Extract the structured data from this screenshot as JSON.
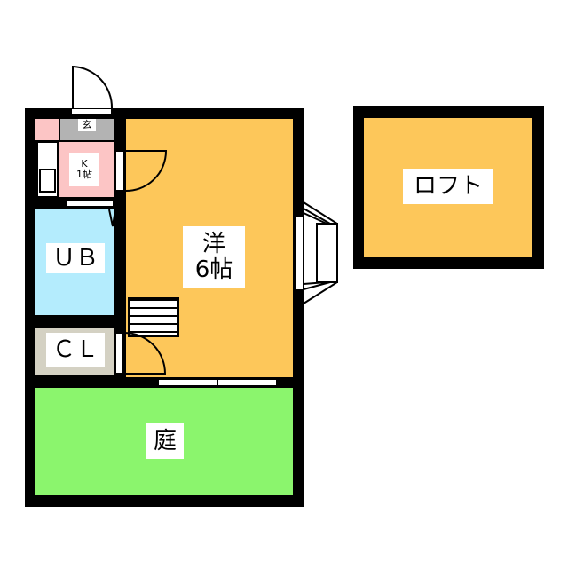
{
  "rooms": {
    "western": {
      "name": "洋",
      "size": "6帖"
    },
    "kitchen": {
      "name": "K",
      "size": "1帖"
    },
    "entrance": {
      "name": "玄"
    },
    "bath": {
      "name": "ＵＢ"
    },
    "closet": {
      "name": "ＣＬ"
    },
    "garden": {
      "name": "庭"
    },
    "loft": {
      "name": "ロフト"
    }
  },
  "colors": {
    "western": "#fdc75a",
    "loft": "#fdc75a",
    "bath": "#b4ecfd",
    "garden": "#8bf56d",
    "kitchen": "#fcc5c5",
    "entrance": "#b3b3b3",
    "closet": "#d4d1c3",
    "wall": "#000000"
  }
}
